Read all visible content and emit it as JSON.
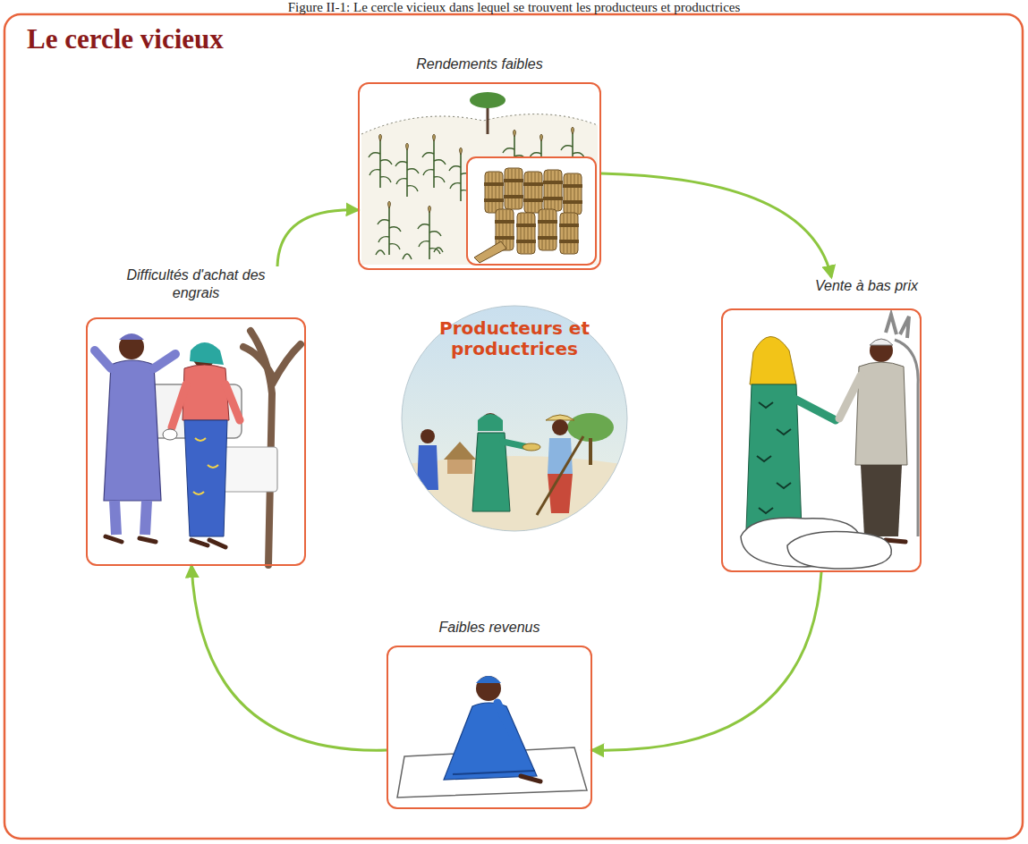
{
  "diagram": {
    "title": "Le cercle vicieux",
    "caption": "Figure II-1: Le cercle vicieux dans lequel se trouvent les producteurs et productrices",
    "nodes": [
      {
        "text": [
          "Rendements faibles"
        ]
      },
      {
        "text": [
          "Difficultés d'achat des engrais"
        ]
      },
      {
        "text": [
          "Producteurs et productrices"
        ]
      },
      {
        "text": [
          "Vente à bas prix"
        ]
      },
      {
        "text": [
          "Faibles revenus"
        ]
      }
    ],
    "edges": [
      {
        "from": 0,
        "to": 3,
        "arrow": "to"
      },
      {
        "from": 3,
        "to": 4,
        "arrow": "to"
      },
      {
        "from": 4,
        "to": 1,
        "arrow": "to"
      },
      {
        "from": 1,
        "to": 0,
        "arrow": "to"
      }
    ]
  }
}
